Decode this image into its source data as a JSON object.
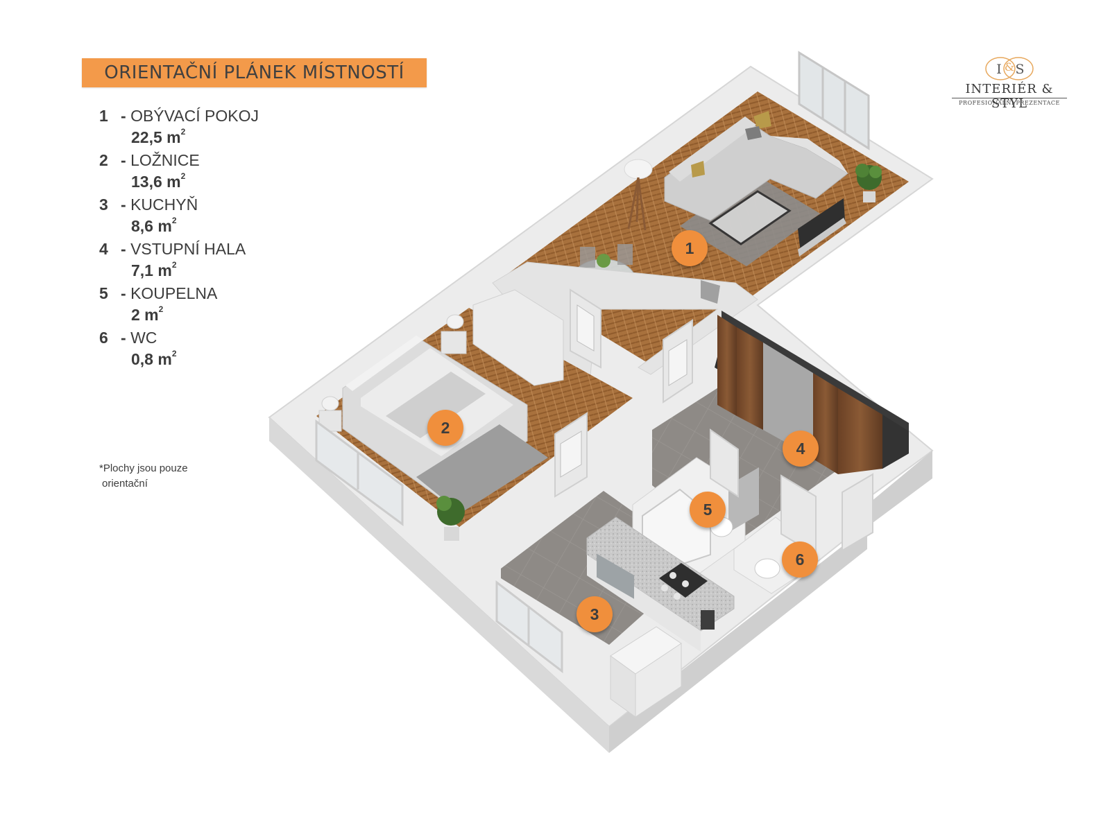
{
  "title": "ORIENTAČNÍ PLÁNEK MÍSTNOSTÍ",
  "rooms": [
    {
      "num": "1",
      "name": "OBÝVACÍ POKOJ",
      "area": "22,5 m",
      "unit_sup": "2"
    },
    {
      "num": "2",
      "name": "LOŽNICE",
      "area": "13,6 m",
      "unit_sup": "2"
    },
    {
      "num": "3",
      "name": "KUCHYŇ",
      "area": "8,6 m",
      "unit_sup": "2"
    },
    {
      "num": "4",
      "name": "VSTUPNÍ HALA",
      "area": "7,1 m",
      "unit_sup": "2"
    },
    {
      "num": "5",
      "name": "KOUPELNA",
      "area": "2 m",
      "unit_sup": "2"
    },
    {
      "num": "6",
      "name": "WC",
      "area": "0,8 m",
      "unit_sup": "2"
    }
  ],
  "dash": "-",
  "note_line1": "*Plochy jsou pouze",
  "note_line2": "orientační",
  "logo": {
    "monogram_left": "I",
    "monogram_mid": "&",
    "monogram_right": "S",
    "name": "INTERIÉR & STYL",
    "tagline": "PROFESIONÁLNÍ PREZENTACE"
  },
  "markers": [
    "1",
    "2",
    "3",
    "4",
    "5",
    "6"
  ],
  "colors": {
    "accent": "#f39a4a",
    "marker": "#f08f3c",
    "wood_floor": "#a8713d",
    "tile_floor": "#8e8a86",
    "wall": "#e8e8e8"
  }
}
